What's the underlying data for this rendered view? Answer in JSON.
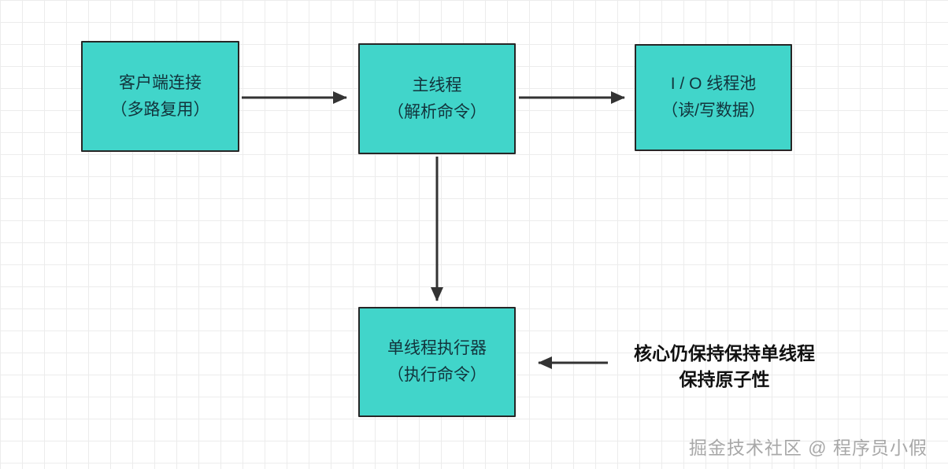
{
  "diagram": {
    "nodes": {
      "client": {
        "line1": "客户端连接",
        "line2": "（多路复用）"
      },
      "main": {
        "line1": "主线程",
        "line2": "（解析命令）"
      },
      "io": {
        "line1": "I / O 线程池",
        "line2": "（读/写数据）"
      },
      "executor": {
        "line1": "单线程执行器",
        "line2": "（执行命令）"
      }
    },
    "annotation": {
      "line1": "核心仍保持保持单线程",
      "line2": "保持原子性"
    },
    "watermark": "掘金技术社区 @ 程序员小假",
    "colors": {
      "node_fill": "#41d5ca",
      "node_border": "#262626",
      "arrow": "#333333",
      "grid": "#ececec",
      "watermark_gray": "#a8a8a8"
    }
  }
}
